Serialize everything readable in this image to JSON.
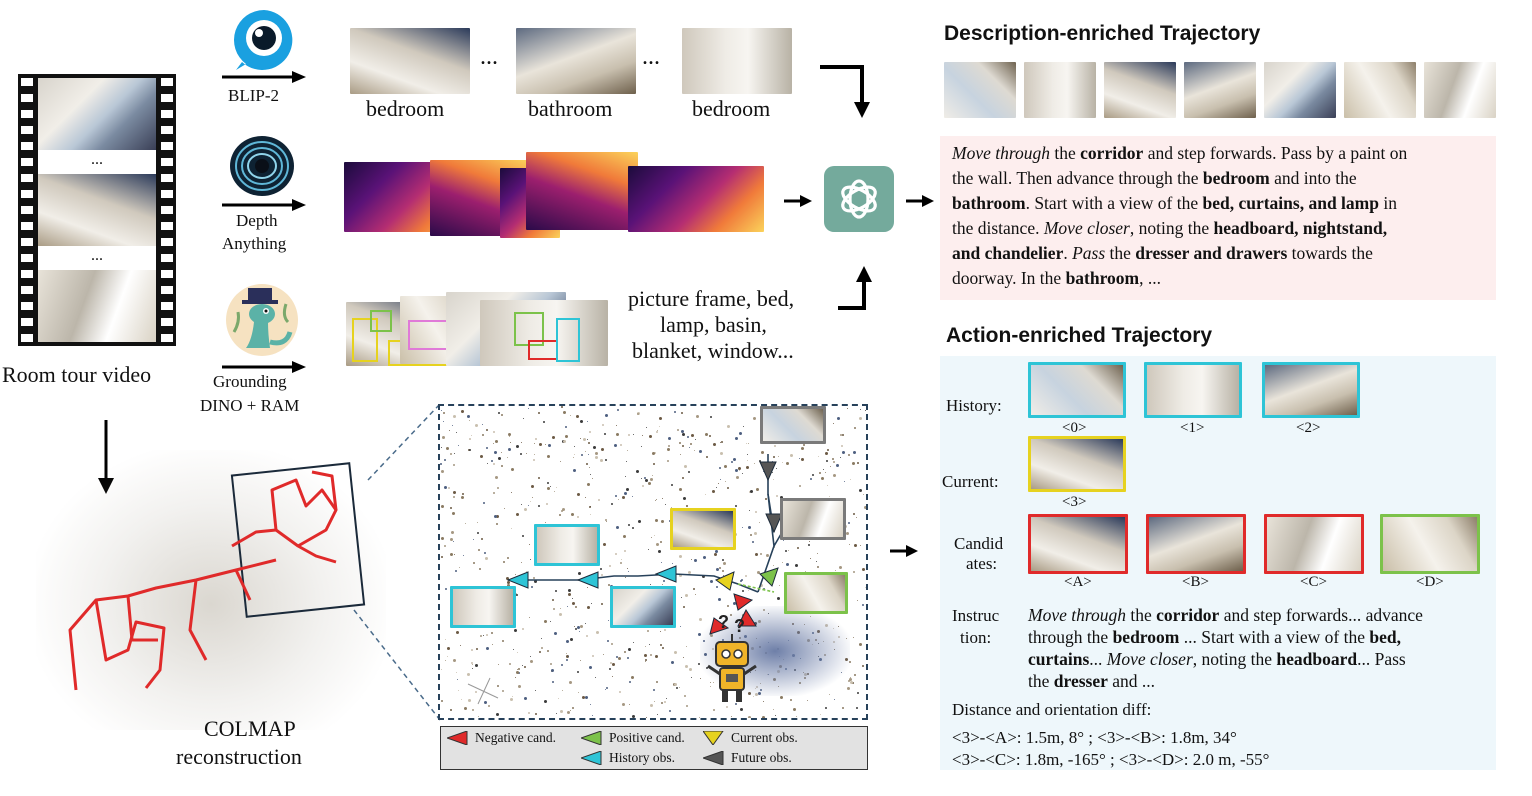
{
  "pipeline": {
    "video_label": "Room tour video",
    "ellipsis": "...",
    "blip_label": "BLIP-2",
    "depth_label_1": "Depth",
    "depth_label_2": "Anything",
    "grounding_label_1": "Grounding",
    "grounding_label_2": "DINO + RAM",
    "captions": [
      "bedroom",
      "bathroom",
      "bedroom"
    ],
    "dots": "...",
    "objects_line1": "picture frame, bed,",
    "objects_line2": "lamp, basin,",
    "objects_line3": "blanket, window...",
    "colmap_line1": "COLMAP",
    "colmap_line2": "reconstruction"
  },
  "legend": {
    "negative": "Negative cand.",
    "positive": "Positive cand.",
    "current": "Current obs.",
    "history": "History obs.",
    "future": "Future obs.",
    "colors": {
      "negative": "#e02a2a",
      "positive": "#7cc24a",
      "current": "#e6d21f",
      "history": "#2ec4d6",
      "future": "#555555"
    }
  },
  "description": {
    "title": "Description-enriched Trajectory",
    "line1_a": "Move through",
    "line1_b": " the ",
    "line1_c": "corridor",
    "line1_d": " and step forwards. Pass by a paint on",
    "line2_a": "the wall. Then advance through the ",
    "line2_b": "bedroom",
    "line2_c": " and into the",
    "line3_a": "bathroom",
    "line3_b": ". Start with a view of the ",
    "line3_c": "bed, curtains, and lamp",
    "line3_d": " in",
    "line4_a": "the distance. ",
    "line4_b": "Move closer",
    "line4_c": ", noting the ",
    "line4_d": "headboard, nightstand,",
    "line5_a": "and chandelier",
    "line5_b": ". ",
    "line5_c": "Pass",
    "line5_d": " the ",
    "line5_e": "dresser and drawers",
    "line5_f": " towards the",
    "line6_a": "doorway. In the ",
    "line6_b": "bathroom",
    "line6_c": ", ..."
  },
  "action": {
    "title": "Action-enriched Trajectory",
    "history_label": "History:",
    "current_label": "Current:",
    "candidates_label_1": "Candid",
    "candidates_label_2": "ates:",
    "history_ids": [
      "<0>",
      "<1>",
      "<2>"
    ],
    "current_id": "<3>",
    "candidate_ids": [
      "<A>",
      "<B>",
      "<C>",
      "<D>"
    ],
    "instruction_label_1": "Instruc",
    "instruction_label_2": "tion:",
    "instr_l1_a": "Move through",
    "instr_l1_b": " the ",
    "instr_l1_c": "corridor",
    "instr_l1_d": " and step forwards... advance",
    "instr_l2_a": "through the ",
    "instr_l2_b": "bedroom",
    "instr_l2_c": " ... Start with a view of the ",
    "instr_l2_d": "bed,",
    "instr_l3_a": "curtains",
    "instr_l3_b": "... ",
    "instr_l3_c": "Move closer",
    "instr_l3_d": ", noting the ",
    "instr_l3_e": "headboard",
    "instr_l3_f": "... Pass",
    "instr_l4_a": "the ",
    "instr_l4_b": "dresser",
    "instr_l4_c": " and ...",
    "distance_title": "Distance and orientation diff:",
    "distance_line1": "<3>-<A>: 1.5m, 8° ; <3>-<B>: 1.8m, 34°",
    "distance_line2": "<3>-<C>: 1.8m, -165° ; <3>-<D>: 2.0 m, -55°"
  }
}
